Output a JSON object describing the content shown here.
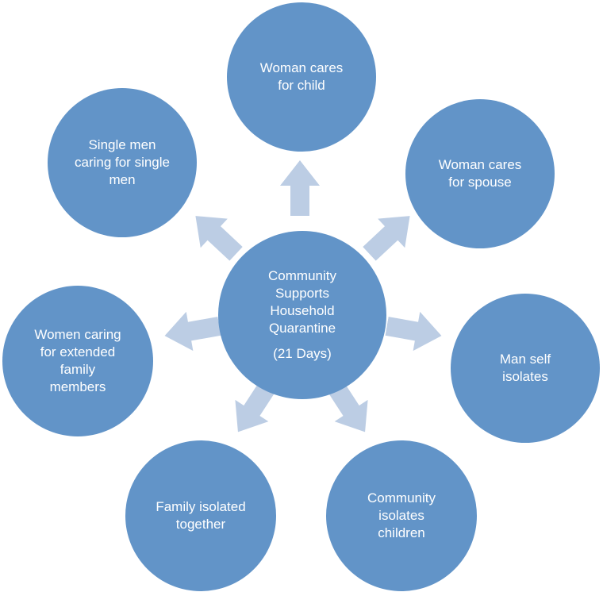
{
  "center": {
    "label": "Community\nSupports\nHousehold\nQuarantine",
    "duration": "(21 Days)"
  },
  "nodes": [
    {
      "id": "child",
      "label": "Woman cares\nfor child"
    },
    {
      "id": "spouse",
      "label": "Woman cares\nfor spouse"
    },
    {
      "id": "man",
      "label": "Man self\nisolates"
    },
    {
      "id": "community",
      "label": "Community\nisolates\nchildren"
    },
    {
      "id": "family",
      "label": "Family isolated\ntogether"
    },
    {
      "id": "women",
      "label": "Women caring\nfor extended\nfamily\nmembers"
    },
    {
      "id": "single",
      "label": "Single men\ncaring for single\nmen"
    }
  ],
  "colors": {
    "circle_fill": "#6294c8",
    "arrow_fill": "#bccde4",
    "text": "#ffffff"
  },
  "icons": [
    "arrow-right-icon"
  ]
}
